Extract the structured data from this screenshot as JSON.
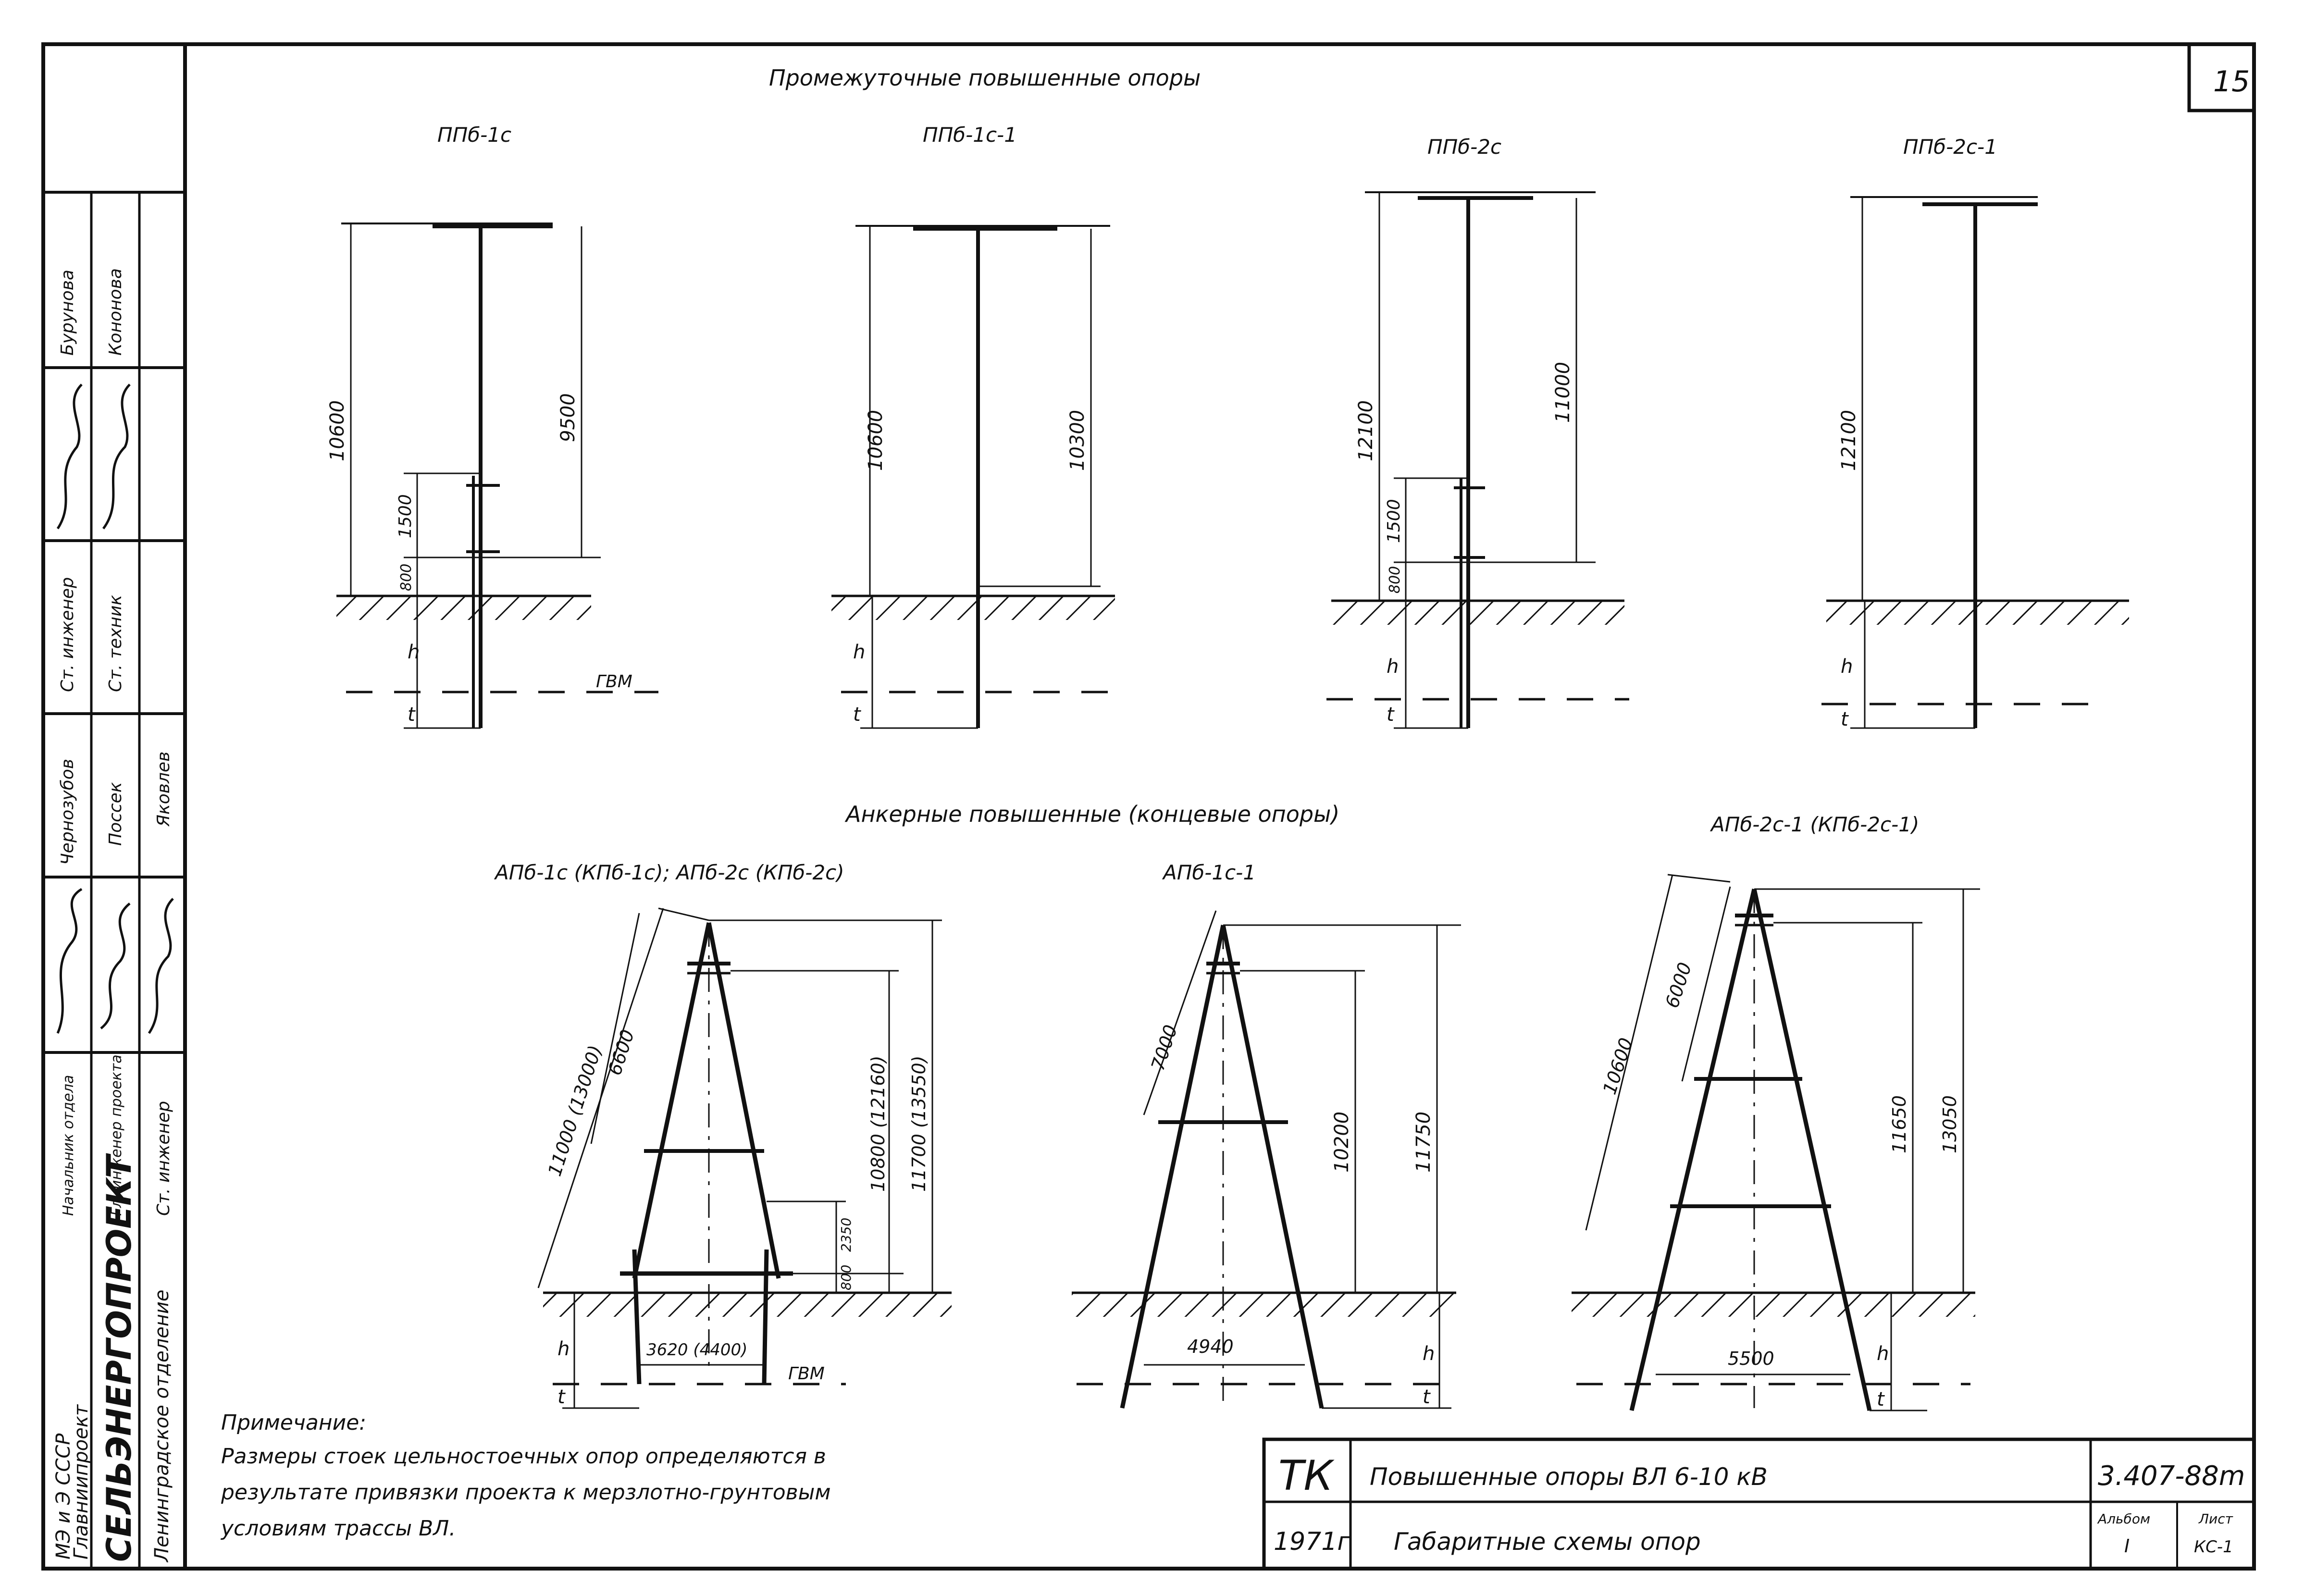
{
  "sheet": {
    "page_number": "15",
    "main_title": "Промежуточные повышенные опоры",
    "anchor_title": "Анкерные повышенные (концевые опоры)",
    "note_title": "Примечание:",
    "note_lines": [
      "Размеры стоек цельностоечных опор определяются в",
      "результате привязки проекта к мерзлотно-грунтовым",
      "условиям трассы ВЛ."
    ]
  },
  "intermediate": [
    {
      "label": "ППб-1с",
      "dims": [
        "10600",
        "9500",
        "1500",
        "800"
      ],
      "gvm": "ГВМ"
    },
    {
      "label": "ППб-1с-1",
      "dims": [
        "10600",
        "10300"
      ]
    },
    {
      "label": "ППб-2с",
      "dims": [
        "12100",
        "11000",
        "1500",
        "800"
      ]
    },
    {
      "label": "ППб-2с-1",
      "dims": [
        "12100"
      ]
    }
  ],
  "anchor": [
    {
      "label": "АПб-1с (КПб-1с); АПб-2с (КПб-2с)",
      "dims": [
        "11000 (13000)",
        "6600",
        "10800 (12160)",
        "11700 (13550)",
        "2350",
        "800",
        "3620 (4400)"
      ],
      "gvm": "ГВМ"
    },
    {
      "label": "АПб-1с-1",
      "dims": [
        "7000",
        "10200",
        "11750",
        "4940"
      ]
    },
    {
      "label": "АПб-2с-1 (КПб-2с-1)",
      "dims": [
        "10600",
        "6000",
        "11650",
        "13050",
        "5500"
      ]
    }
  ],
  "symbols": {
    "h": "h",
    "t": "t"
  },
  "left_stamp": {
    "org": [
      "МЭ и Э СССР",
      "Главниипроект"
    ],
    "brand": "СЕЛЬЭНЕРГОПРОЕКТ",
    "branch": "Ленинградское отделение",
    "roles": [
      "Начальник отдела",
      "Гл. инженер проекта",
      "Ст. инженер",
      "Ст. инженер",
      "Ст. техник"
    ],
    "names": [
      "Чернозубов",
      "Поссек",
      "Яковлев",
      "Бурунова",
      "Кононова"
    ]
  },
  "title_block": {
    "code": "ТК",
    "year": "1971г",
    "title_line1": "Повышенные опоры ВЛ 6-10 кВ",
    "title_line2": "Габаритные схемы опор",
    "doc_number": "3.407-88m",
    "album_label": "Альбом",
    "album_value": "I",
    "sheet_label": "Лист",
    "sheet_value": "КС-1"
  }
}
